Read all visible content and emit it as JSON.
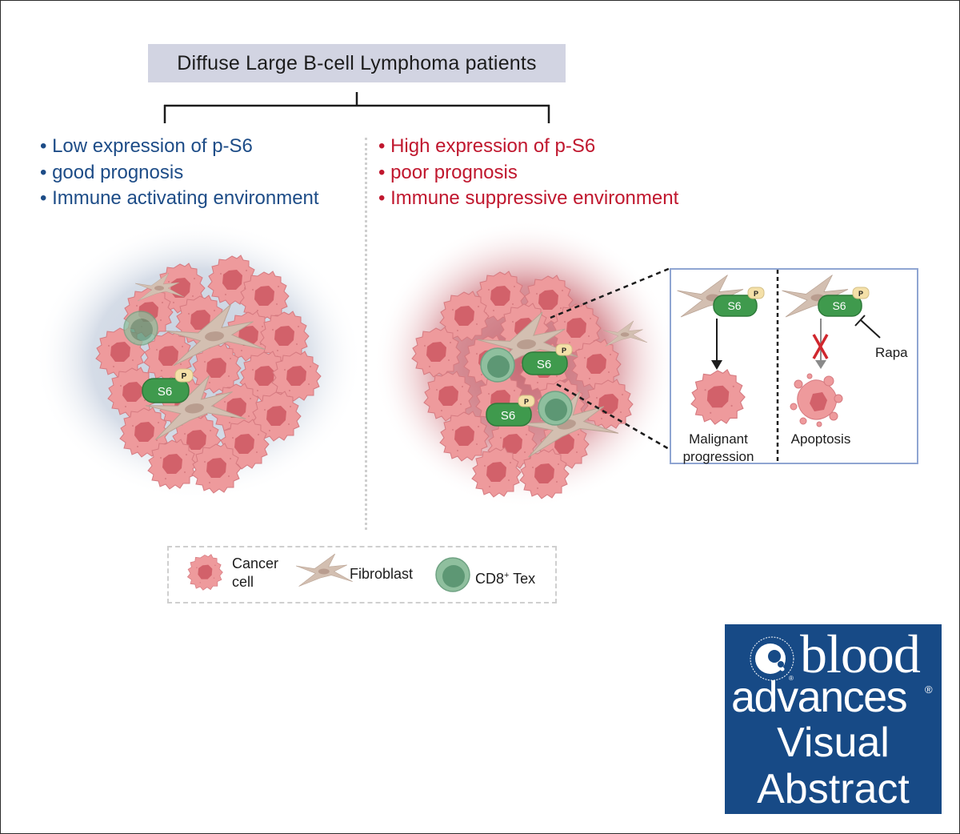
{
  "title": "Diffuse Large B-cell Lymphoma patients",
  "left_group": {
    "color": "#1d4c87",
    "bullets": [
      "Low expression of p-S6",
      "good prognosis",
      "Immune activating environment"
    ]
  },
  "right_group": {
    "color": "#c0172e",
    "bullets": [
      "High expression of p-S6",
      "poor prognosis",
      "Immune suppressive environment"
    ]
  },
  "markers": {
    "s6_label": "S6",
    "phospho_label": "P"
  },
  "inset": {
    "left_panel": {
      "outcome": "Malignant progression",
      "outcome_line1": "Malignant",
      "outcome_line2": "progression"
    },
    "right_panel": {
      "outcome": "Apoptosis",
      "inhibitor": "Rapa"
    }
  },
  "legend": {
    "items": [
      {
        "icon": "cancer-cell-icon",
        "label_line1": "Cancer",
        "label_line2": "cell"
      },
      {
        "icon": "fibroblast-icon",
        "label": "Fibroblast"
      },
      {
        "icon": "cd8-tex-icon",
        "label": "CD8",
        "superscript": "+",
        "suffix": " Tex"
      }
    ]
  },
  "logo": {
    "line1": "blood",
    "line2": "advances",
    "line3": "Visual",
    "line4": "Abstract",
    "registered": "®",
    "background": "#174a86"
  },
  "colors": {
    "title_box": "#d2d4e2",
    "cancer_cell": "#ee9a9c",
    "cancer_nucleus": "#d2616a",
    "fibroblast": "#d3bfb1",
    "cd8": "#8fbf9e",
    "s6": "#3f9a4d",
    "phospho": "#f4e0a8"
  }
}
